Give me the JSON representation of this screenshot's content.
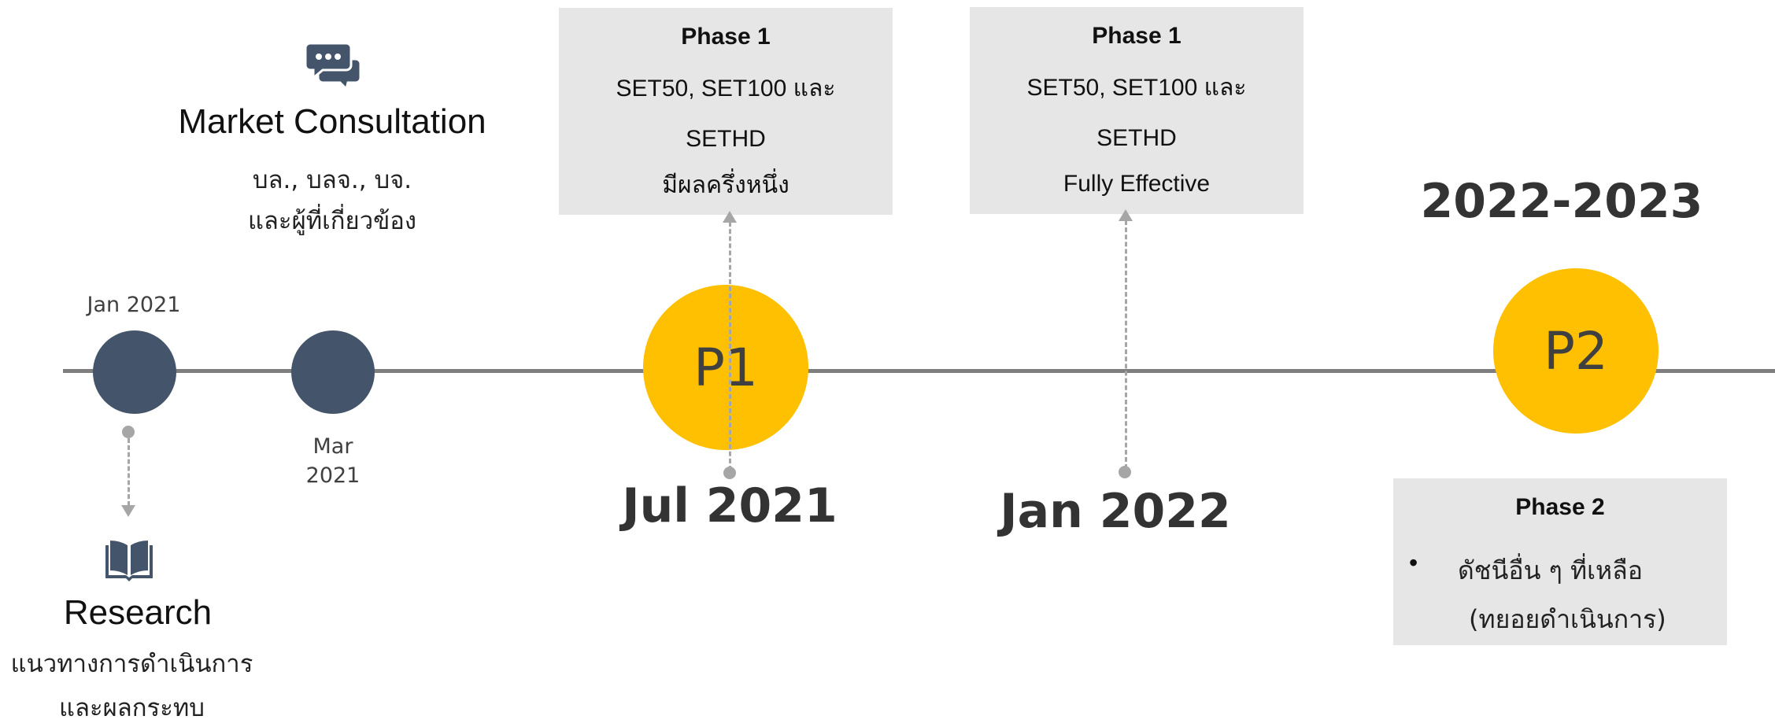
{
  "colors": {
    "accent_yellow": "#FEC000",
    "dot_slate": "#44546A",
    "line_gray": "#7F7F7F",
    "box_gray": "#E6E6E6",
    "connector_gray": "#A6A6A6"
  },
  "icons": {
    "consultation": "chat-bubbles-icon",
    "research": "open-book-icon"
  },
  "consultation": {
    "title": "Market Consultation",
    "line1": "บล., บลจ., บจ.",
    "line2": "และผู้ที่เกี่ยวข้อง"
  },
  "research": {
    "title": "Research",
    "line1": "แนวทางการดำเนินการ",
    "line2": "และผลกระทบ"
  },
  "dates": {
    "jan2021": "Jan 2021",
    "mar2021_line1": "Mar",
    "mar2021_line2": "2021",
    "jul2021": "Jul 2021",
    "jan2022": "Jan 2022",
    "period": "2022-2023"
  },
  "milestones": {
    "p1": "P1",
    "p2": "P2"
  },
  "boxes": {
    "phase1_half": {
      "title": "Phase 1",
      "line1": "SET50, SET100 และ",
      "line2": "SETHD",
      "line3": "มีผลครึ่งหนึ่ง"
    },
    "phase1_full": {
      "title": "Phase 1",
      "line1": "SET50, SET100 และ",
      "line2": "SETHD",
      "line3": "Fully Effective"
    },
    "phase2": {
      "title": "Phase 2",
      "bullet": "•",
      "line1": "ดัชนีอื่น ๆ ที่เหลือ",
      "line2": "(ทยอยดำเนินการ)"
    }
  }
}
